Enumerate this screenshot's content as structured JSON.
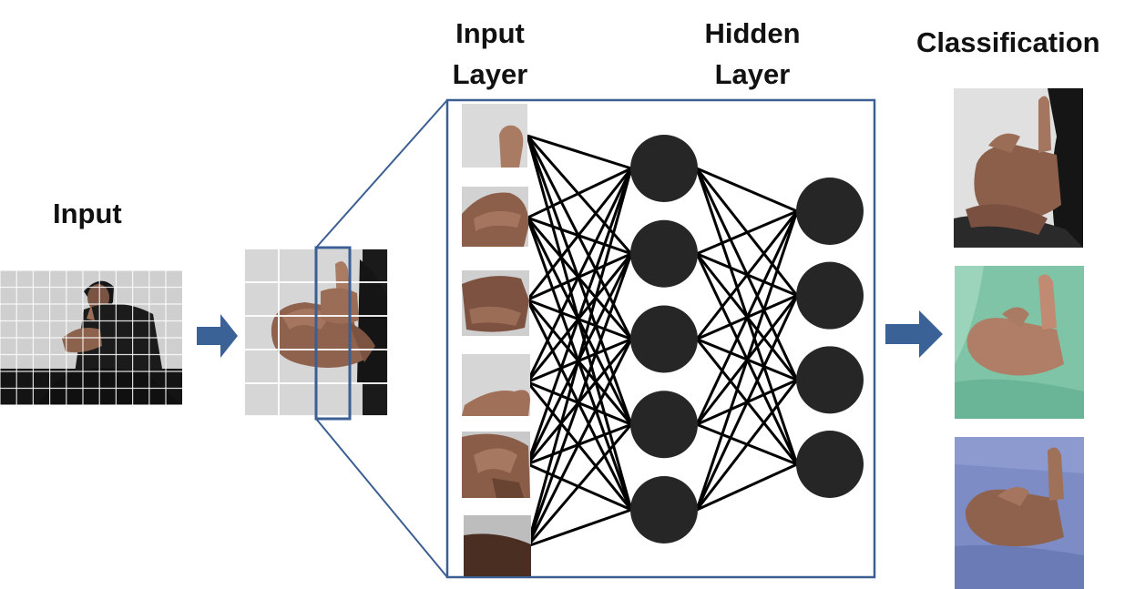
{
  "labels": {
    "input": "Input",
    "input_layer": [
      "Input",
      "Layer"
    ],
    "hidden_layer": [
      "Hidden",
      "Layer"
    ],
    "classification": "Classification"
  },
  "network": {
    "input_patch_count": 6,
    "hidden_layer_1_nodes": 5,
    "hidden_layer_2_nodes": 4
  },
  "colors": {
    "frame": "#3c5f93",
    "arrow": "#3a6296",
    "node": "#262626",
    "edge": "#000000",
    "grid_line": "#ffffff",
    "skin": "#9c6e55",
    "skin_dark": "#6b4634",
    "shirt_dark": "#1f1f1f",
    "shirt_green": "#7fc4a6",
    "shirt_blue": "#7d8cc4",
    "wall": "#d8d8d8"
  }
}
